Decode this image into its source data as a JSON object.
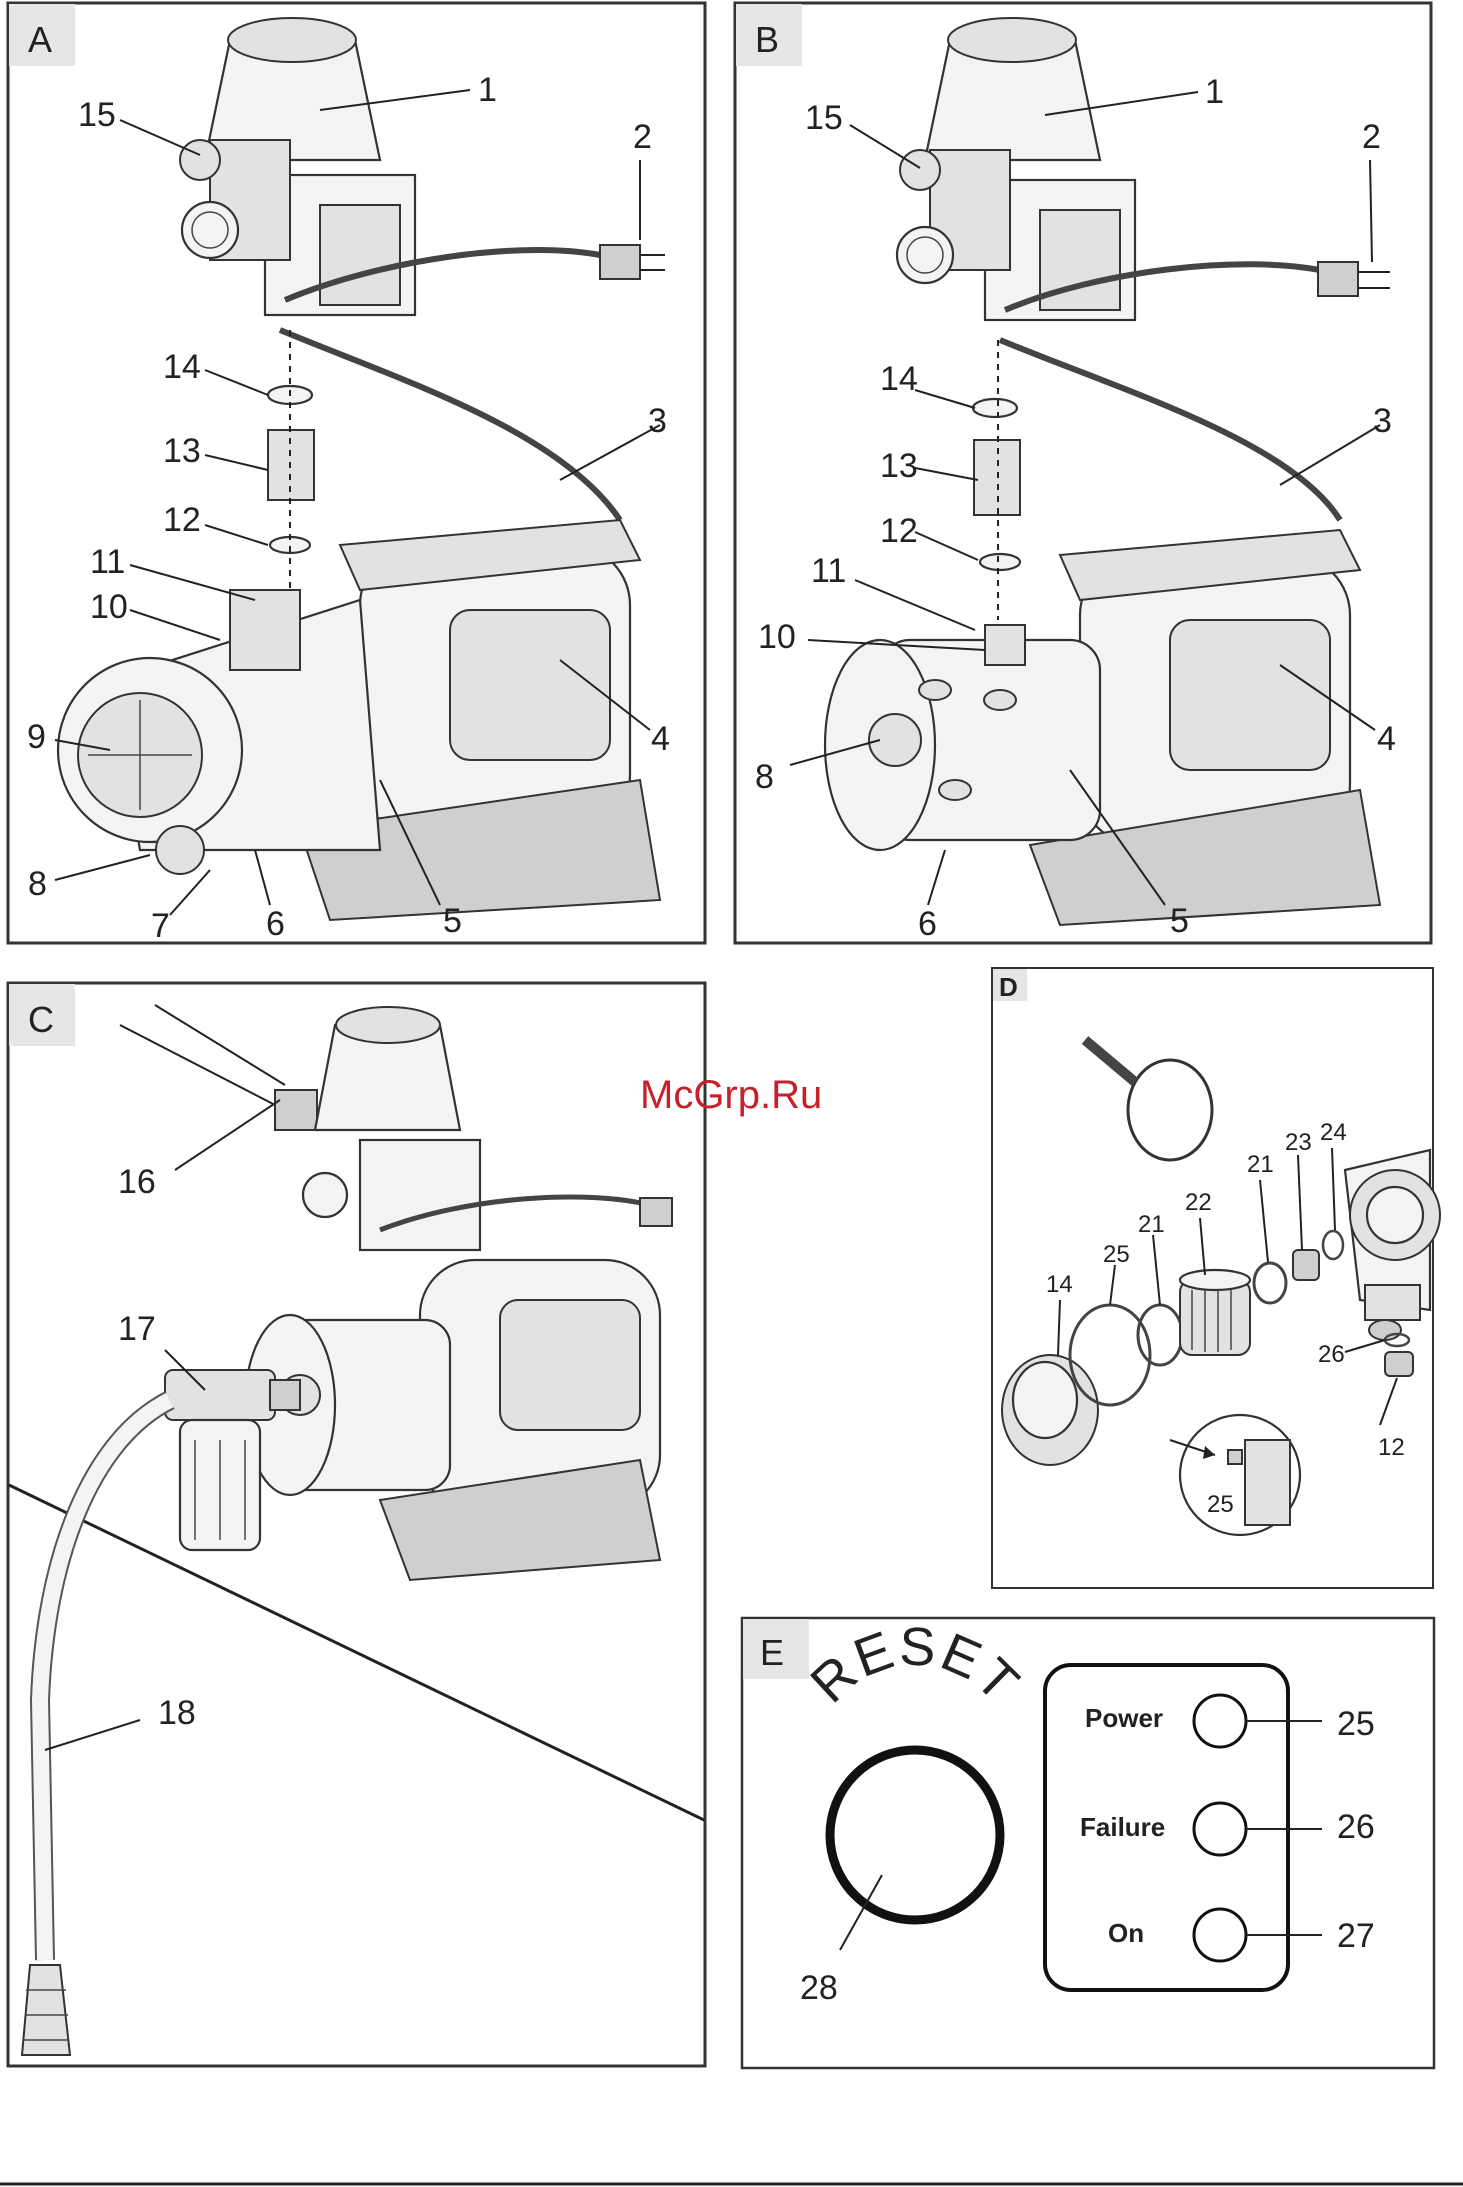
{
  "watermark": "McGrp.Ru",
  "panels": [
    {
      "id": "A",
      "label": "A",
      "parts": [
        "1",
        "2",
        "3",
        "4",
        "5",
        "6",
        "7",
        "8",
        "9",
        "10",
        "11",
        "12",
        "13",
        "14",
        "15"
      ]
    },
    {
      "id": "B",
      "label": "B",
      "parts": [
        "1",
        "2",
        "3",
        "4",
        "5",
        "6",
        "8",
        "10",
        "11",
        "12",
        "13",
        "14",
        "15"
      ]
    },
    {
      "id": "C",
      "label": "C",
      "parts": [
        "16",
        "17",
        "18"
      ]
    },
    {
      "id": "D",
      "label": "D",
      "parts": [
        "12",
        "14",
        "21",
        "21",
        "22",
        "23",
        "24",
        "25",
        "25",
        "26"
      ]
    },
    {
      "id": "E",
      "label": "E",
      "parts": [
        "25",
        "26",
        "27",
        "28"
      ]
    }
  ],
  "control_panel": {
    "reset_label": "RESET",
    "reset_number": "28",
    "indicators": [
      {
        "label": "Power",
        "number": "25"
      },
      {
        "label": "Failure",
        "number": "26"
      },
      {
        "label": "On",
        "number": "27"
      }
    ]
  }
}
